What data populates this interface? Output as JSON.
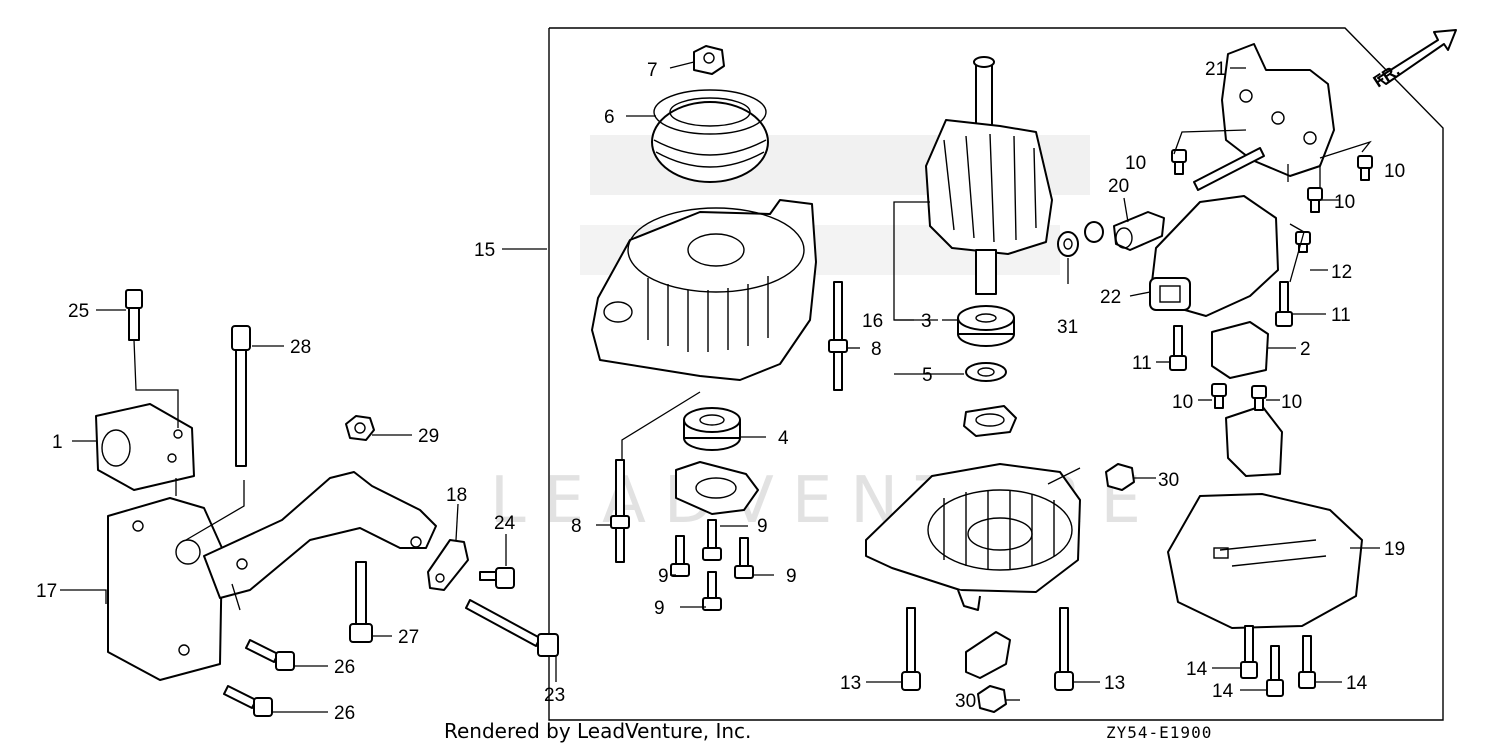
{
  "diagram": {
    "callouts": [
      {
        "id": "c7",
        "label": "7"
      },
      {
        "id": "c6",
        "label": "6"
      },
      {
        "id": "c15",
        "label": "15"
      },
      {
        "id": "c8a",
        "label": "8"
      },
      {
        "id": "c4",
        "label": "4"
      },
      {
        "id": "c8b",
        "label": "8"
      },
      {
        "id": "c9a",
        "label": "9"
      },
      {
        "id": "c9b",
        "label": "9"
      },
      {
        "id": "c9c",
        "label": "9"
      },
      {
        "id": "c9d",
        "label": "9"
      },
      {
        "id": "c16",
        "label": "16"
      },
      {
        "id": "c3",
        "label": "3"
      },
      {
        "id": "c5",
        "label": "5"
      },
      {
        "id": "c31",
        "label": "31"
      },
      {
        "id": "c20",
        "label": "20"
      },
      {
        "id": "c21",
        "label": "21"
      },
      {
        "id": "c22",
        "label": "22"
      },
      {
        "id": "c10a",
        "label": "10"
      },
      {
        "id": "c10b",
        "label": "10"
      },
      {
        "id": "c10c",
        "label": "10"
      },
      {
        "id": "c10d",
        "label": "10"
      },
      {
        "id": "c10e",
        "label": "10"
      },
      {
        "id": "c12",
        "label": "12"
      },
      {
        "id": "c11a",
        "label": "11"
      },
      {
        "id": "c11b",
        "label": "11"
      },
      {
        "id": "c2",
        "label": "2"
      },
      {
        "id": "c30a",
        "label": "30"
      },
      {
        "id": "c30b",
        "label": "30"
      },
      {
        "id": "c19",
        "label": "19"
      },
      {
        "id": "c13a",
        "label": "13"
      },
      {
        "id": "c13b",
        "label": "13"
      },
      {
        "id": "c14a",
        "label": "14"
      },
      {
        "id": "c14b",
        "label": "14"
      },
      {
        "id": "c14c",
        "label": "14"
      },
      {
        "id": "c25",
        "label": "25"
      },
      {
        "id": "c28",
        "label": "28"
      },
      {
        "id": "c1",
        "label": "1"
      },
      {
        "id": "c29",
        "label": "29"
      },
      {
        "id": "c17",
        "label": "17"
      },
      {
        "id": "c18",
        "label": "18"
      },
      {
        "id": "c24",
        "label": "24"
      },
      {
        "id": "c27",
        "label": "27"
      },
      {
        "id": "c26a",
        "label": "26"
      },
      {
        "id": "c26b",
        "label": "26"
      },
      {
        "id": "c23",
        "label": "23"
      }
    ],
    "direction_marker": "FR.",
    "watermark_text": "LEADVENTURE",
    "footer_text": "Rendered by LeadVenture, Inc.",
    "diagram_code": "ZY54-E1900"
  }
}
